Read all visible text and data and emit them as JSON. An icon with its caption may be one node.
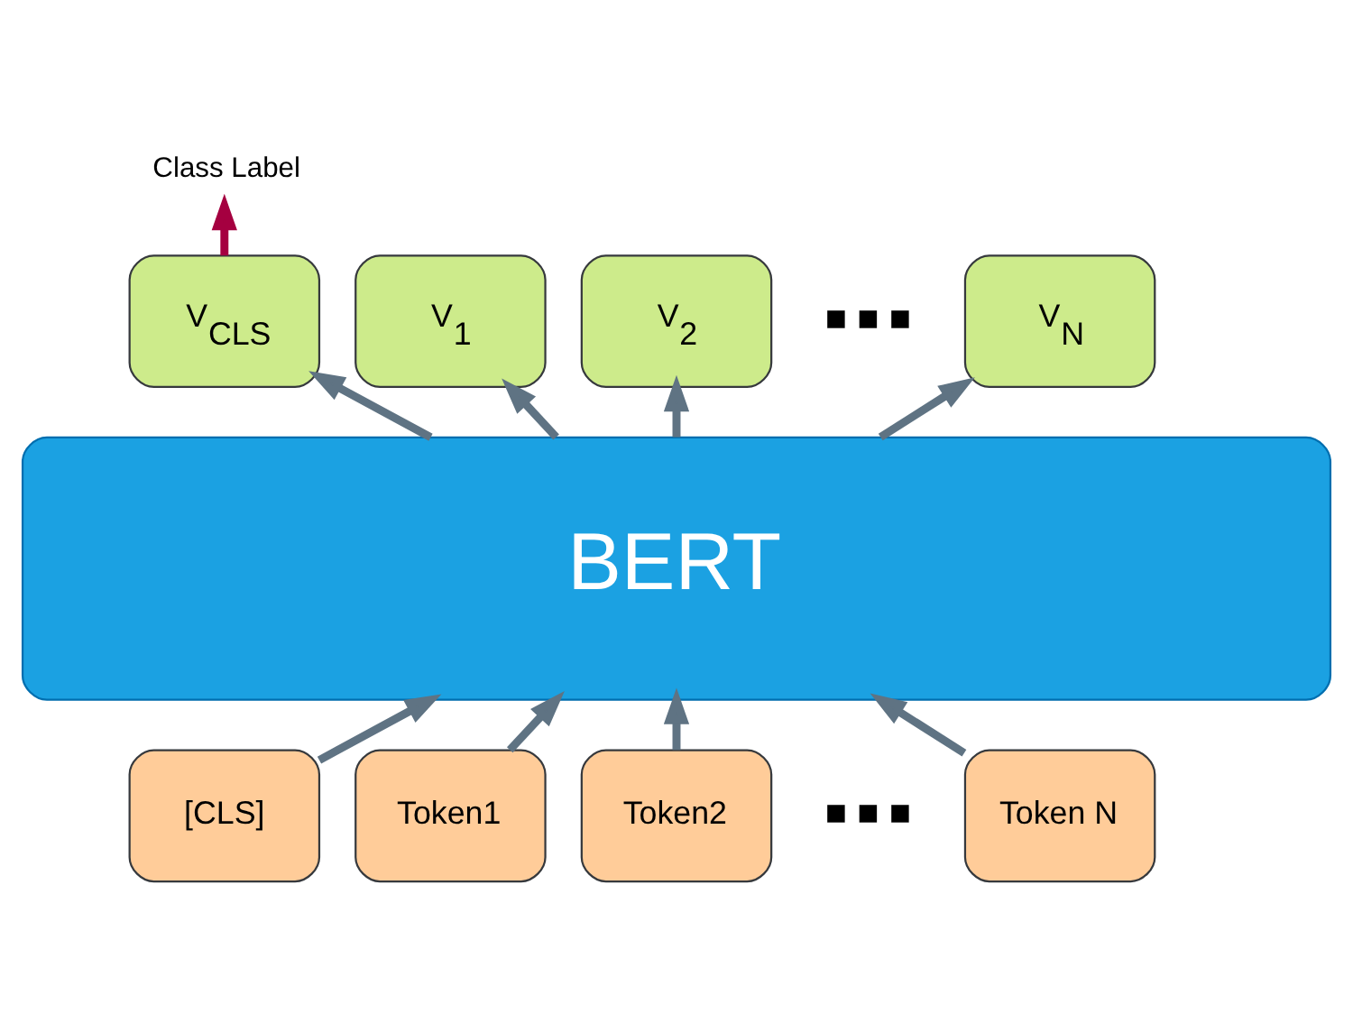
{
  "diagram": {
    "nodes": [
      {
        "text": [
          "Class Label"
        ]
      },
      {
        "text": [
          "V$_{CLS}$"
        ]
      },
      {
        "text": [
          "V$_{1}$"
        ]
      },
      {
        "text": [
          "V$_{2}$"
        ]
      },
      {
        "text": [
          "V$_{N}$"
        ]
      },
      {
        "text": [
          "BERT"
        ]
      },
      {
        "text": [
          "[CLS]"
        ]
      },
      {
        "text": [
          "Token1"
        ]
      },
      {
        "text": [
          "Token2"
        ]
      },
      {
        "text": [
          "Token N"
        ]
      }
    ],
    "edges": [
      {
        "from": 6,
        "to": 5,
        "arrow": "to"
      },
      {
        "from": 7,
        "to": 5,
        "arrow": "to"
      },
      {
        "from": 8,
        "to": 5,
        "arrow": "to"
      },
      {
        "from": 9,
        "to": 5,
        "arrow": "to"
      },
      {
        "from": 5,
        "to": 1,
        "arrow": "to"
      },
      {
        "from": 5,
        "to": 2,
        "arrow": "to"
      },
      {
        "from": 5,
        "to": 3,
        "arrow": "to"
      },
      {
        "from": 5,
        "to": 4,
        "arrow": "to"
      },
      {
        "from": 1,
        "to": 0,
        "arrow": "to",
        "color": "#a50040"
      }
    ],
    "labels": [
      "■ ■ ■",
      "■ ■ ■"
    ]
  }
}
